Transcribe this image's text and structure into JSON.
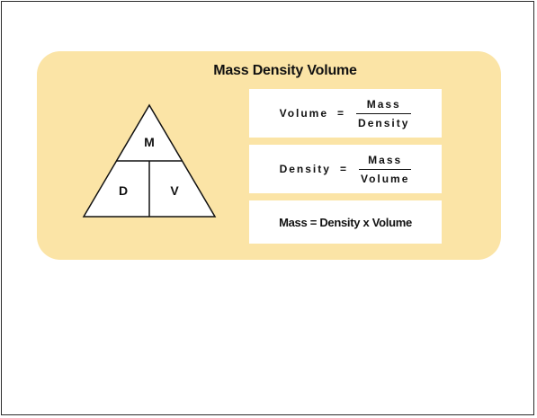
{
  "diagram": {
    "title": "Mass Density Volume",
    "triangle": {
      "top": "M",
      "bottom_left": "D",
      "bottom_right": "V"
    },
    "formulas": [
      {
        "lhs": "Volume",
        "eq": "=",
        "numerator": "Mass",
        "denominator": "Density"
      },
      {
        "lhs": "Density",
        "eq": "=",
        "numerator": "Mass",
        "denominator": "Volume"
      }
    ],
    "mass_formula": "Mass = Density x Volume"
  },
  "colors": {
    "panel": "#fbe4a6",
    "box": "#ffffff",
    "text": "#111111"
  }
}
